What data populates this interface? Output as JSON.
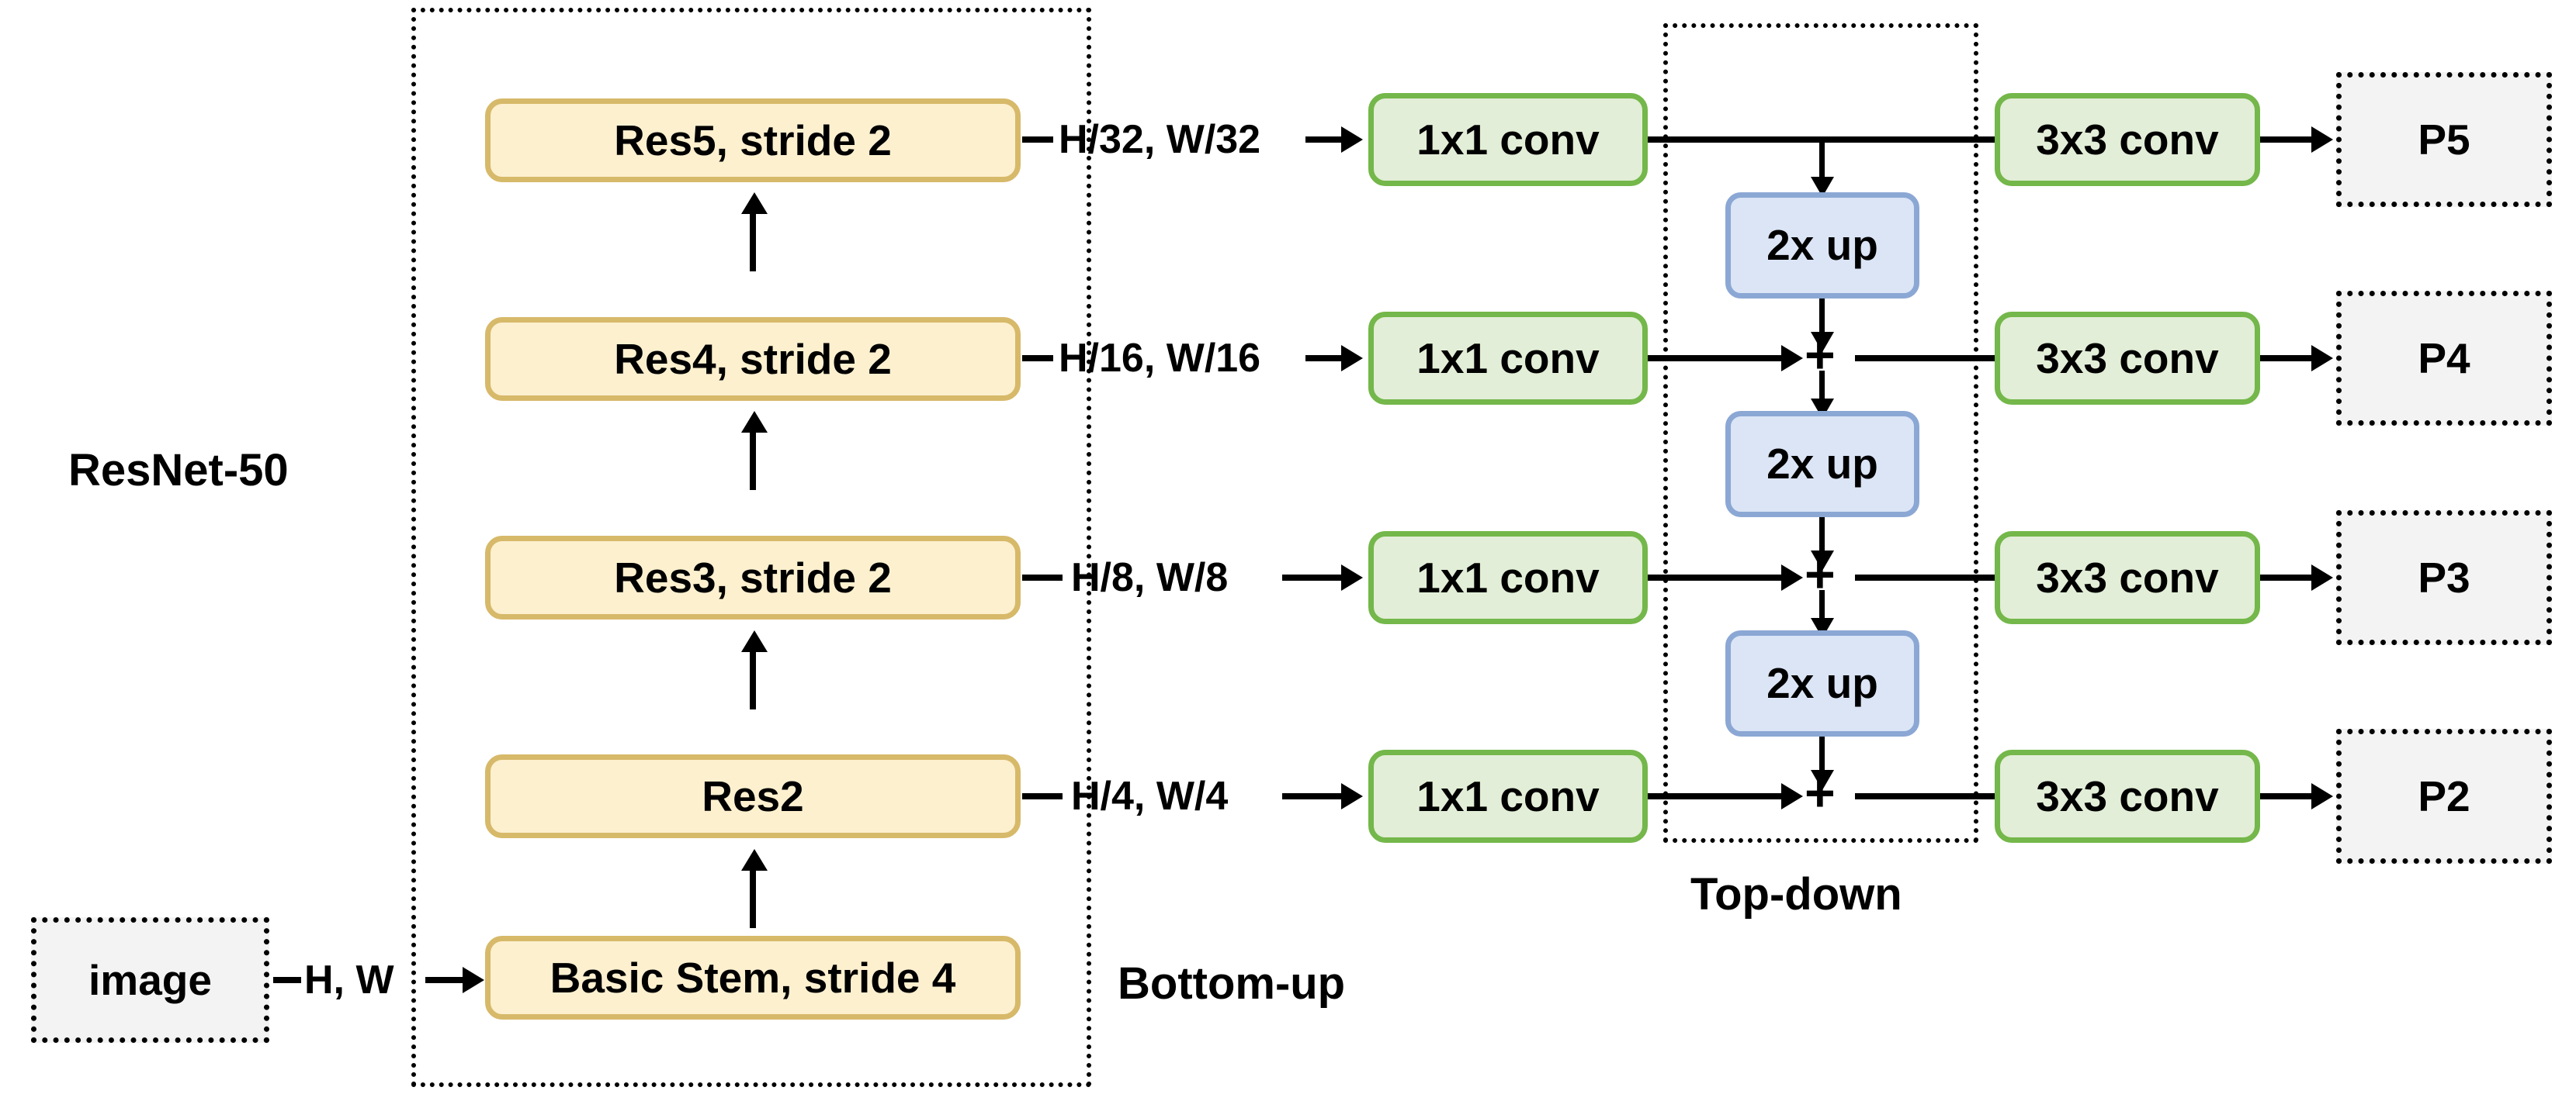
{
  "diagram": {
    "title": "Feature Pyramid Network over ResNet-50",
    "colors": {
      "res_fill": "#fdf0cf",
      "res_stroke": "#d7b96a",
      "conv_fill": "#e2eed7",
      "conv_stroke": "#74b74a",
      "up_fill": "#dbe5f6",
      "up_stroke": "#8ba7d4",
      "terminal_fill": "#f3f3f3",
      "terminal_stroke": "#000000",
      "line": "#000000",
      "background": "#ffffff"
    }
  },
  "labels": {
    "backbone_name": "ResNet-50",
    "bottom_up": "Bottom-up",
    "top_down": "Top-down",
    "plus": "+"
  },
  "input": {
    "image_label": "image",
    "input_dim": "H, W"
  },
  "backbone": {
    "stages": [
      {
        "name": "Res5, stride 2",
        "dim": "H/32, W/32"
      },
      {
        "name": "Res4, stride 2",
        "dim": "H/16, W/16"
      },
      {
        "name": "Res3, stride 2",
        "dim": "H/8, W/8"
      },
      {
        "name": "Res2",
        "dim": "H/4, W/4"
      },
      {
        "name": "Basic Stem, stride 4",
        "dim": "H, W"
      }
    ]
  },
  "lateral": {
    "conv_label": "1x1 conv",
    "items": [
      "1x1 conv",
      "1x1 conv",
      "1x1 conv",
      "1x1 conv"
    ]
  },
  "topdown": {
    "upsample_label": "2x up",
    "upsamples": [
      "2x up",
      "2x up",
      "2x up"
    ],
    "merge_symbol": "+",
    "merges": [
      "+",
      "+",
      "+"
    ]
  },
  "output": {
    "conv_label": "3x3 conv",
    "convs": [
      "3x3 conv",
      "3x3 conv",
      "3x3 conv",
      "3x3 conv"
    ],
    "levels": [
      "P5",
      "P4",
      "P3",
      "P2"
    ]
  }
}
